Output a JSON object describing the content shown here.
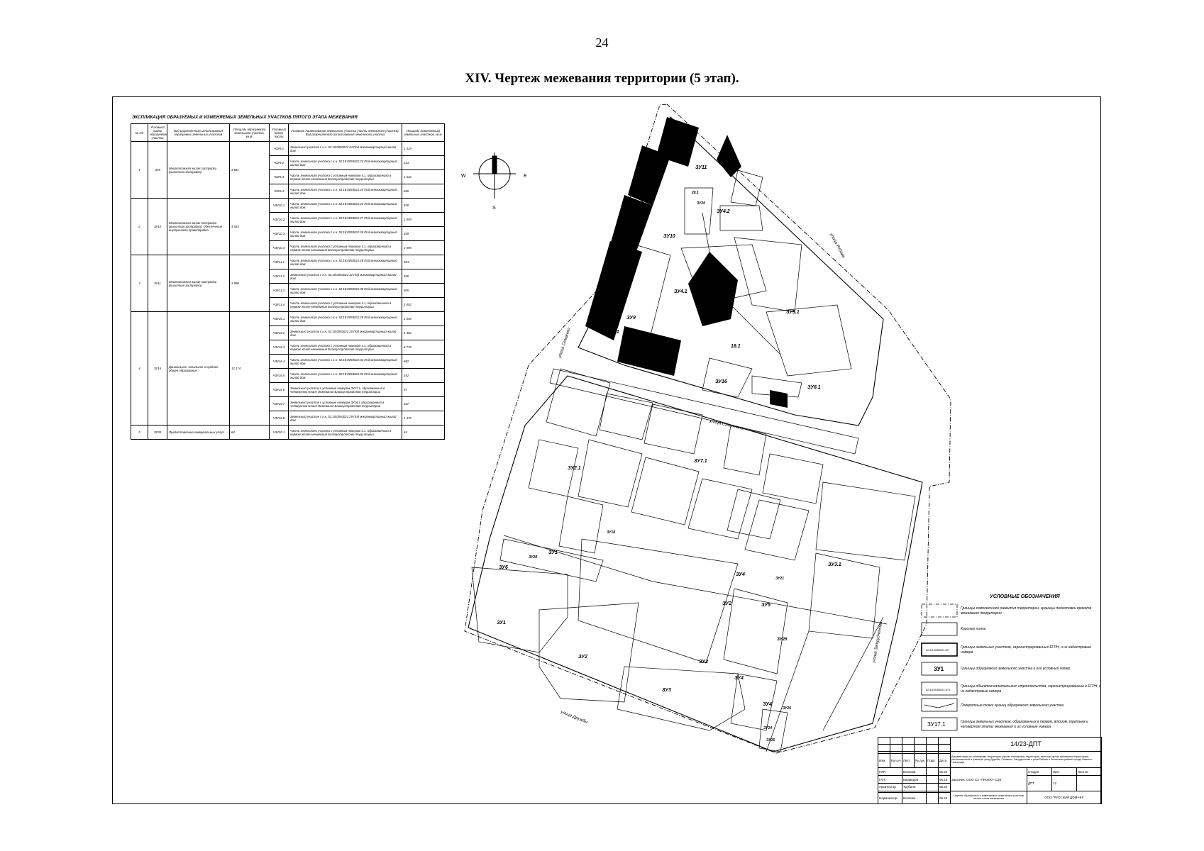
{
  "page_number": "24",
  "title": "XIV.  Чертеж межевания территории (5 этап).",
  "explication": {
    "caption": "Экспликация образуемых и изменяемых земельных участков пятого этапа межевания",
    "headers": [
      "№ п/п",
      "Условный номер образуемого участка",
      "Вид разрешенного использования образуемых земельных участков",
      "Площадь образуемого земельного участка, кв.м.",
      "Условный номер части",
      "Условное наименование земельного участка (части земельного участка). Вид разрешенного использования земельного участка",
      "Площадь (изменяемых) земельных участков, кв.м."
    ],
    "groups": [
      {
        "n": "1",
        "zu": "ЗУ9",
        "use": "Многоэтажная жилая застройка (высотная застройка)",
        "area": "3 641",
        "parts": [
          {
            "code": "ЧЗУ9.1",
            "desc": "Земельный участок с к.н. 52:18:0050021:24 Под многоквартирный жилой дом",
            "area": "1 319"
          },
          {
            "code": "ЧЗУ9.2",
            "desc": "Часть земельного участка с к.н. 52:18:0050021:23 Под многоквартирный жилой дом",
            "area": "123"
          },
          {
            "code": "ЧЗУ9.3",
            "desc": "Часть земельного участка с условным номером 4.1, образованного в первом этапе межевания Благоустройство территории",
            "area": "1 542"
          },
          {
            "code": "ЧЗУ9.4",
            "desc": "Часть земельного участка с к.н. 52:18:0050021:25 Под многоквартирный жилой дом",
            "area": "665"
          }
        ]
      },
      {
        "n": "2",
        "zu": "ЗУ10",
        "use": "Многоэтажная жилая застройка (высотная застройка), Обеспечение внутреннего правопорядка",
        "area": "4 933",
        "parts": [
          {
            "code": "ЧЗУ10.1",
            "desc": "Часть земельного участка с к.н. 52:18:0050021:23 Под многоквартирный жилой дом",
            "area": "930"
          },
          {
            "code": "ЧЗУ10.2",
            "desc": "Часть земельного участка с к.н. 52:18:0050021:27 Под многоквартирный жилой дом",
            "area": "1 059"
          },
          {
            "code": "ЧЗУ10.3",
            "desc": "Часть земельного участка с к.н. 52:18:0050021:28 Под многоквартирный жилой дом",
            "area": "349"
          },
          {
            "code": "ЧЗУ10.4",
            "desc": "Часть земельного участка с условным номером 4.1, образованного в первом этапе межевания Благоустройство территории",
            "area": "2 595"
          }
        ]
      },
      {
        "n": "3",
        "zu": "ЗУ11",
        "use": "Многоэтажная жилая застройка (высотная застройка)",
        "area": "3 996",
        "parts": [
          {
            "code": "ЧЗУ11.1",
            "desc": "Часть земельного участка с к.н. 52:18:0050021:28 Под многоквартирный жилой дом",
            "area": "924"
          },
          {
            "code": "ЧЗУ11.2",
            "desc": "Земельный участок с к.н. 52:18:0050021:32 Под многоквартирный жилой дом",
            "area": "945"
          },
          {
            "code": "ЧЗУ11.3",
            "desc": "Часть земельного участка с к.н. 52:18:0050021:30 Под многоквартирный жилой дом",
            "area": "505"
          },
          {
            "code": "ЧЗУ11.4",
            "desc": "Часть земельного участка с условным номером 4.1, образованного в первом этапе межевания Благоустройство территории",
            "area": "2 052"
          }
        ]
      },
      {
        "n": "4",
        "zu": "ЗУ16",
        "use": "Дошкольное, начальное и среднее общее образование",
        "area": "12 174",
        "parts": [
          {
            "code": "ЧЗУ16.1",
            "desc": "Часть земельного участка с к.н. 52:18:0050021:29 Под многоквартирный жилой дом",
            "area": "1 046"
          },
          {
            "code": "ЧЗУ16.2",
            "desc": "Земельный участок с к.н. 52:18:0050021:20 Под многоквартирный жилой дом",
            "area": "1 402"
          },
          {
            "code": "ЧЗУ16.3",
            "desc": "Часть земельного участка с условным номером 4.1, образованного в первом этапе межевания Благоустройство территории",
            "area": "6 778"
          },
          {
            "code": "ЧЗУ16.4",
            "desc": "Часть земельного участка с к.н. 52:18:0050021:34 Под многоквартирный жилой дом",
            "area": "682"
          },
          {
            "code": "ЧЗУ16.5",
            "desc": "Часть земельного участка с к.н. 52:18:0050021:35 Под многоквартирный жилой дом",
            "area": "352"
          },
          {
            "code": "ЧЗУ16.6",
            "desc": "Земельный участок с условным номером ЗУ17.1, образованный в четвертом этапе межевания Благоустройство территории",
            "area": "97"
          },
          {
            "code": "ЧЗУ16.7",
            "desc": "Земельный участок с условным номером ЗУ18.1 образованный в четвертом этапе межевания Благоустройство территории",
            "area": "337"
          },
          {
            "code": "ЧЗУ16.8",
            "desc": "Земельный участок с к.н. 52:18:0050021:29 Под многоквартирный жилой дом",
            "area": "1 475"
          }
        ]
      },
      {
        "n": "5",
        "zu": "ЗУ20",
        "use": "Предоставление коммунальных услуг",
        "area": "64",
        "parts": [
          {
            "code": "ЧЗУ20.1",
            "desc": "Часть земельного участка с условным номером 4.1, образованного в первом этапе межевания Благоустройство территории",
            "area": "64"
          }
        ]
      }
    ]
  },
  "compass": {
    "w": "W",
    "e": "E",
    "s": "S"
  },
  "map": {
    "streets": {
      "ryabova": "улица Рябова",
      "semashko": "улица Семашко",
      "samochkina": "улица Самочкина",
      "druzhby": "улица Дружбы",
      "zatsepina": "улица Затрудченова"
    },
    "labels": {
      "zu11": "ЗУ11",
      "zu10": "ЗУ10",
      "zu9": "ЗУ9",
      "zu16": "ЗУ16",
      "zu41a": "ЗУ4.1",
      "zu42": "ЗУ4.2",
      "zu51": "ЗУ5.1",
      "zu61": "ЗУ6.1",
      "zu21": "ЗУ2.1",
      "zu71": "ЗУ7.1",
      "zu31": "ЗУ3.1",
      "zu1a": "ЗУ1",
      "zu1b": "ЗУ1",
      "zu2": "ЗУ2",
      "zu2b": "ЗУ2",
      "zu3": "ЗУ3",
      "zu3b": "ЗУ3",
      "zu4": "ЗУ4",
      "zu4b": "ЗУ4",
      "zu4c": "ЗУ4",
      "zu5": "ЗУ5",
      "zu6": "ЗУ6",
      "zu18": "ЗУ18",
      "zu20": "ЗУ20",
      "zu24": "ЗУ24",
      "zu25": "ЗУ25",
      "zu26a": "ЗУ26",
      "zu26b": "ЗУ26",
      "zu28": "ЗУ28",
      "zu21b": "ЗУ21",
      "v161": "16.1",
      "v91": "9.1",
      "v201": "20.1"
    }
  },
  "legend": {
    "title": "Условные обозначения",
    "items": [
      {
        "text": "Границы комплексного развития территории, границы подготовки проекта межевания территории"
      },
      {
        "text": "Красные линии"
      },
      {
        "sample": "52:18:0050021:30",
        "text": "Границы земельных участков, зарегистрированных ЕГРН, и их кадастровые номера"
      },
      {
        "sample": "ЗУ1",
        "text": "Границы образуемого земельного участка и его условный номер"
      },
      {
        "sample": "52:18:0050021:571",
        "text": "Границы объектов капитального строительства, зарегистрированные в ЕГРН, и их кадастровые номера"
      },
      {
        "text": "Поворотные точки границ образуемого земельного участка"
      },
      {
        "sample": "ЗУ17.1",
        "text": "Границы земельных участков, образованных в первом, втором, третьем и четвертом этапах межевания и их условные номера"
      }
    ]
  },
  "stamp": {
    "code": "14/23-ДПТ",
    "description": "Документация по планировке территории (проект планировки территории, включая проект межевания территории), расположенной в границах улиц Дружбы, Семашко, Затрудченова и реки Рябова в Ленинском районе города Нижнего Новгорода",
    "headers": [
      "Изм",
      "Кол.уч",
      "Лист",
      "№ док",
      "Подп",
      "Дата"
    ],
    "rows": [
      {
        "role": "ГИП",
        "name": "Волкова",
        "date": "06.24"
      },
      {
        "role": "ГАП",
        "name": "Медведев",
        "date": "06.24"
      },
      {
        "role": "Архитектор",
        "name": "Трубина",
        "date": "06.24"
      },
      {
        "role": "",
        "name": "",
        "date": ""
      },
      {
        "role": "Нормоконтр.",
        "name": "Волкова",
        "date": "06.24"
      }
    ],
    "customer": "Заказчик: ООО СЗ \"ПРОЕКТ-СЭЗ\"",
    "stage_h": "Стадия",
    "sheet_h": "Лист",
    "sheets_h": "Листов",
    "stage": "ДПТ",
    "sheet": "12",
    "drawing": "Чертеж образуемых и изменяемых земельных участков пятого этапа межевания",
    "org": "ООО \"РУССКИЙ ДОМ-НН\""
  }
}
